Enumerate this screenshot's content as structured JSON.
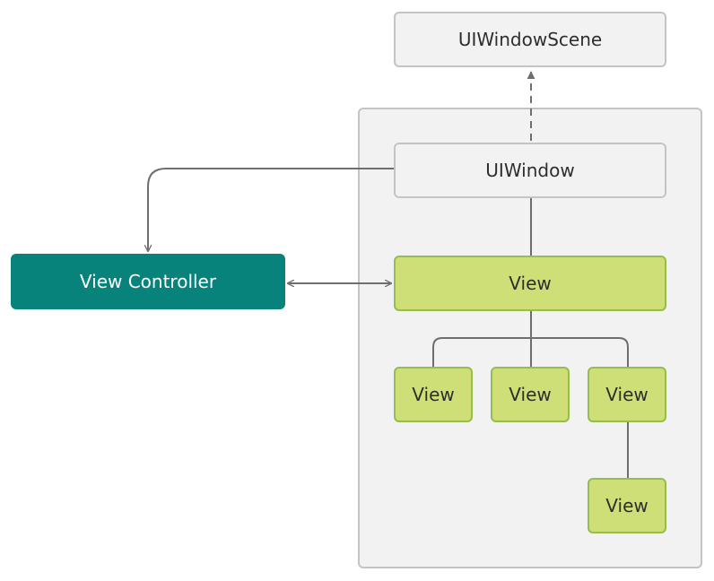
{
  "diagram": {
    "nodes": {
      "window_scene": {
        "label": "UIWindowScene"
      },
      "window": {
        "label": "UIWindow"
      },
      "view_controller": {
        "label": "View Controller"
      },
      "root_view": {
        "label": "View"
      },
      "subview_1": {
        "label": "View"
      },
      "subview_2": {
        "label": "View"
      },
      "subview_3": {
        "label": "View"
      },
      "subview_4": {
        "label": "View"
      }
    },
    "colors": {
      "teal": "#07837c",
      "green_fill": "#cddf76",
      "green_border": "#97bc4f",
      "gray_fill": "#f2f2f2",
      "gray_border": "#c4c4c4",
      "connector": "#6e6e6e"
    }
  }
}
